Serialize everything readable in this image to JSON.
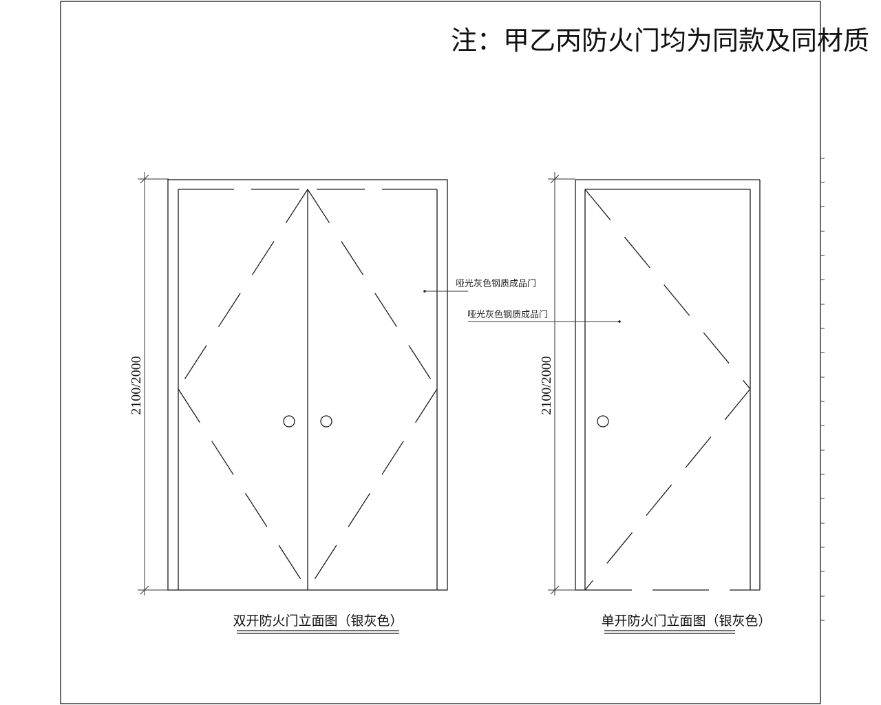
{
  "note": "注：甲乙丙防火门均为同款及同材质",
  "double_door": {
    "dimension": "2100/2000",
    "callout": "哑光灰色钢质成品门",
    "caption": "双开防火门立面图（银灰色）"
  },
  "single_door": {
    "dimension": "2100/2000",
    "callout": "哑光灰色钢质成品门",
    "caption": "单开防火门立面图（银灰色）"
  }
}
